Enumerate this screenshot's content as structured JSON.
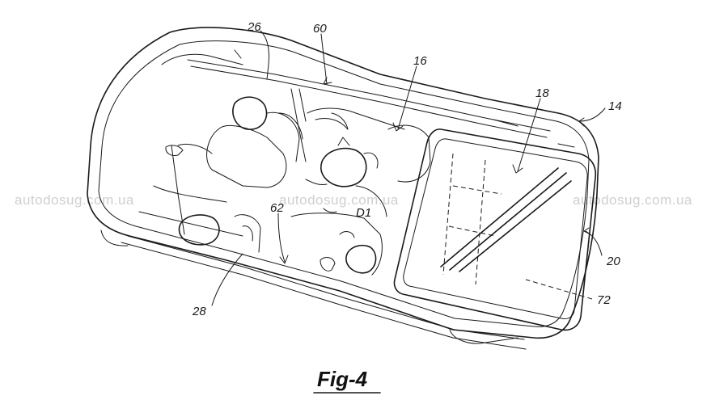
{
  "figure": {
    "caption": "Fig-4",
    "labels": [
      "26",
      "60",
      "16",
      "18",
      "14",
      "62",
      "D1",
      "20",
      "72",
      "28"
    ]
  },
  "watermark": {
    "left": "autodosug.com.ua",
    "center": "autodosug.com.ua",
    "right": "autodosug.com.ua"
  }
}
